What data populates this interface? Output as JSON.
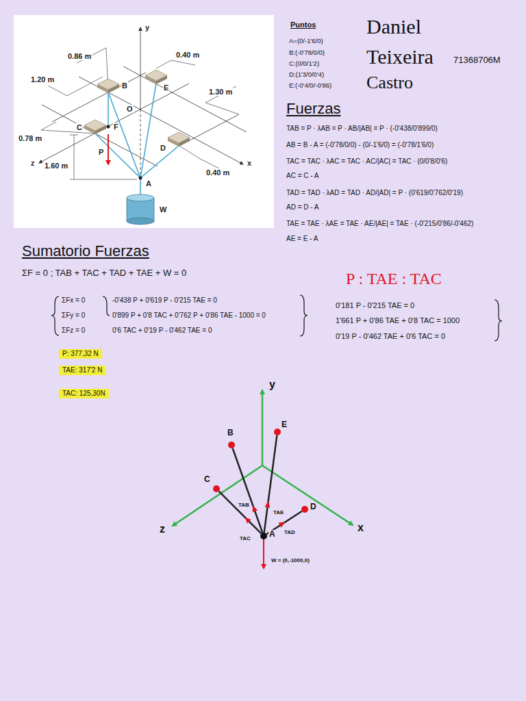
{
  "diagram": {
    "nodes": [
      {
        "text": [
          "P: 377,32 N"
        ]
      },
      {
        "text": [
          "TAE: 317'2 N"
        ]
      },
      {
        "text": [
          "TAC: 125,30N"
        ]
      },
      {
        "text": [
          "A"
        ]
      },
      {
        "text": [
          "B"
        ]
      },
      {
        "text": [
          "C"
        ]
      },
      {
        "text": [
          "D"
        ]
      },
      {
        "text": [
          "E"
        ]
      }
    ],
    "edges": [
      {
        "from": 3,
        "to": 4,
        "arrow": "none"
      },
      {
        "from": 3,
        "to": 5,
        "arrow": "none"
      },
      {
        "from": 3,
        "to": 6,
        "arrow": "none"
      },
      {
        "from": 3,
        "to": 7,
        "arrow": "none"
      }
    ],
    "labels": [
      "y",
      "0.86 m",
      "0.40 m",
      "1.20 m",
      "B",
      "E",
      "1.30 m",
      "O",
      "C",
      "F",
      "P",
      "0.78 m",
      "D",
      "z",
      "x",
      "0.40 m",
      "1.60 m",
      "A",
      "W",
      "Puntos",
      "A=(0/-1'6/0)",
      "B:(-0'78/0/0)",
      "C:(0/0/1'2)",
      "D:(1'3/0/0'4)",
      "E:(-0'4/0/-0'86)",
      "Daniel",
      "Teixeira",
      "71368706M",
      "Castro",
      "Fuerzas",
      "TAB = P · λAB = P · AB/|AB| = P · (-0'438/0'899/0)",
      "AB = B - A = (-0'78/0/0) - (0/-1'6/0) = (-0'78/1'6/0)",
      "TAC = TAC · λAC = TAC · AC/|AC| = TAC · (0/0'8/0'6)",
      "AC = C - A",
      "TAD = TAD · λAD = TAD · AD/|AD| = P · (0'619/0'762/0'19)",
      "AD = D - A",
      "TAE = TAE · λAE = TAE · AE/|AE| = TAE · (-0'215/0'86/-0'462)",
      "AE = E - A",
      "Sumatorio Fuerzas",
      "ΣF = 0 ; TAB + TAC + TAD + TAE + W = 0",
      "P : TAE : TAC",
      "ΣFx = 0",
      "ΣFy = 0",
      "ΣFz = 0",
      "-0'438 P + 0'619 P - 0'215 TAE = 0",
      "0'899 P + 0'8 TAC + 0'762 P + 0'86 TAE - 1000 = 0",
      "0'6 TAC + 0'19 P - 0'462 TAE = 0",
      "0'181 P - 0'215 TAE = 0",
      "1'661 P + 0'86 TAE + 0'8 TAC = 1000",
      "0'19 P - 0'462 TAE + 0'6 TAC = 0",
      "y",
      "z",
      "x",
      "TAB",
      "TAE",
      "TAC",
      "TAD",
      "W = (0,-1000,0)"
    ]
  }
}
